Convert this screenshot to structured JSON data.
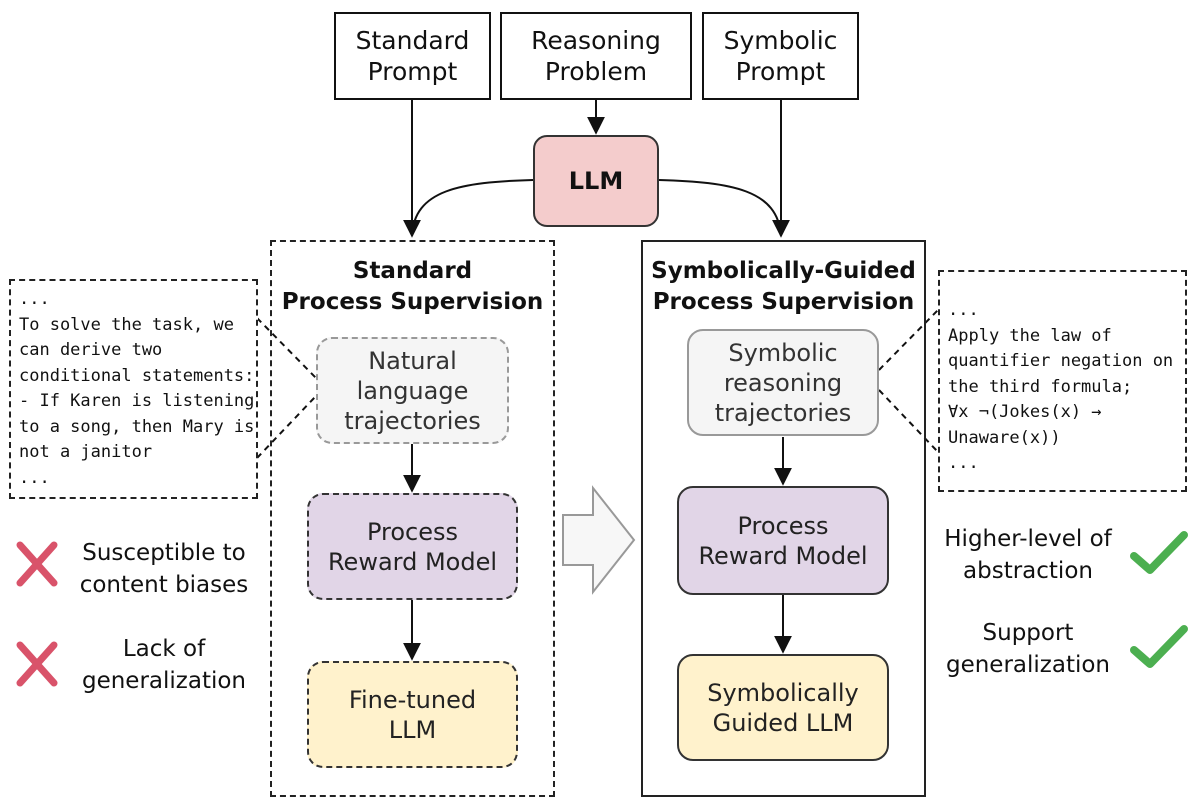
{
  "inputs": {
    "standard_prompt": [
      "Standard",
      "Prompt"
    ],
    "reasoning_problem": [
      "Reasoning",
      "Problem"
    ],
    "symbolic_prompt": [
      "Symbolic",
      "Prompt"
    ]
  },
  "llm": {
    "label": "LLM"
  },
  "standard_panel": {
    "title": [
      "Standard",
      "Process Supervision"
    ],
    "trajectories": [
      "Natural",
      "language",
      "trajectories"
    ],
    "reward_model": [
      "Process",
      "Reward Model"
    ],
    "output": [
      "Fine-tuned",
      "LLM"
    ]
  },
  "symbolic_panel": {
    "title": [
      "Symbolically-Guided",
      "Process Supervision"
    ],
    "trajectories": [
      "Symbolic",
      "reasoning",
      "trajectories"
    ],
    "reward_model": [
      "Process",
      "Reward Model"
    ],
    "output": [
      "Symbolically",
      "Guided LLM"
    ]
  },
  "natural_example": [
    "...",
    "To solve the task, we",
    "can derive two",
    "conditional statements:",
    "- If Karen is listening",
    "to a song, then Mary is",
    "not a janitor",
    "..."
  ],
  "symbolic_example": [
    "...",
    "Apply the law of",
    "quantifier negation on",
    "the third formula;",
    "∀x ¬(Jokes(x) →",
    "Unaware(x))",
    "..."
  ],
  "drawbacks": [
    {
      "text": [
        "Susceptible to",
        "content biases"
      ],
      "icon": "cross-icon"
    },
    {
      "text": [
        "Lack of",
        "generalization"
      ],
      "icon": "cross-icon"
    }
  ],
  "benefits": [
    {
      "text": [
        "Higher-level of",
        "abstraction"
      ],
      "icon": "check-icon"
    },
    {
      "text": [
        "Support",
        "generalization"
      ],
      "icon": "check-icon"
    }
  ],
  "colors": {
    "llm_fill": "#f4cccc",
    "reward_fill": "#e1d5e7",
    "output_fill": "#fff2cc",
    "trajectory_fill": "#f5f5f5",
    "cross": "#d9536a",
    "check": "#4caf50"
  }
}
